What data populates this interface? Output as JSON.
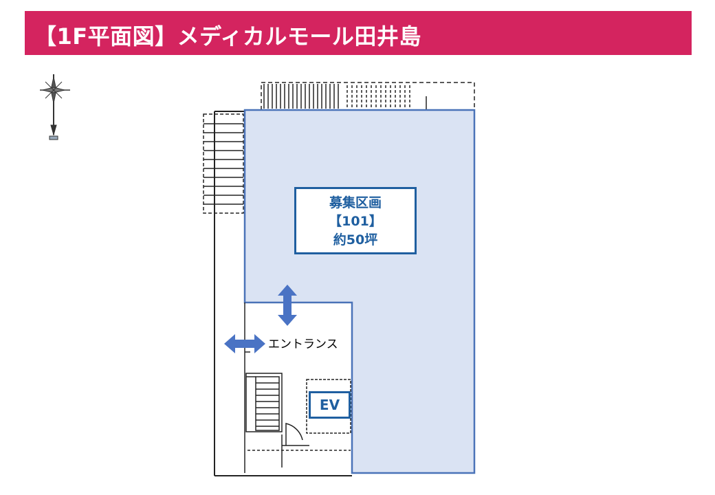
{
  "header": {
    "title": "【1F平面図】メディカルモール田井島"
  },
  "unit_label": {
    "line1": "募集区画",
    "line2": "【101】",
    "line3": "約50坪"
  },
  "ev_label": "EV",
  "entrance_label": "エントランス",
  "compass": {
    "icon": "compass-rose-icon"
  },
  "colors": {
    "title_bar": "#d4245f",
    "unit_fill": "#dae3f3",
    "unit_border": "#4a73b8",
    "label_text": "#1f5fa0",
    "arrow": "#4a73c4"
  }
}
